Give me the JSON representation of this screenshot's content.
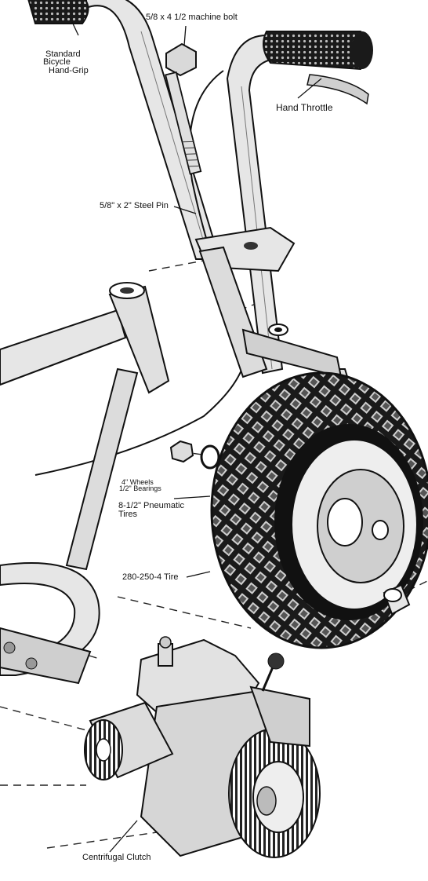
{
  "labels": {
    "hand_grip_line1": "Standard",
    "hand_grip_line2": "Bicycle",
    "hand_grip_line3": "Hand-Grip",
    "machine_bolt": "5/8 x 4 1/2 machine bolt",
    "hand_throttle": "Hand Throttle",
    "steel_pin": "5/8\" x 2\" Steel Pin",
    "wheels_line1": "4\" Wheels",
    "wheels_line2": "1/2\" Bearings",
    "pneumatic_line1": "8-1/2\" Pneumatic",
    "pneumatic_line2": "Tires",
    "tire_size": "280-250-4 Tire",
    "clutch": "Centrifugal Clutch"
  },
  "colors": {
    "ink": "#111111",
    "paper": "#ffffff",
    "steel_light": "#e6e6e6",
    "steel_mid": "#bdbdbd",
    "rubber": "#1a1a1a"
  }
}
